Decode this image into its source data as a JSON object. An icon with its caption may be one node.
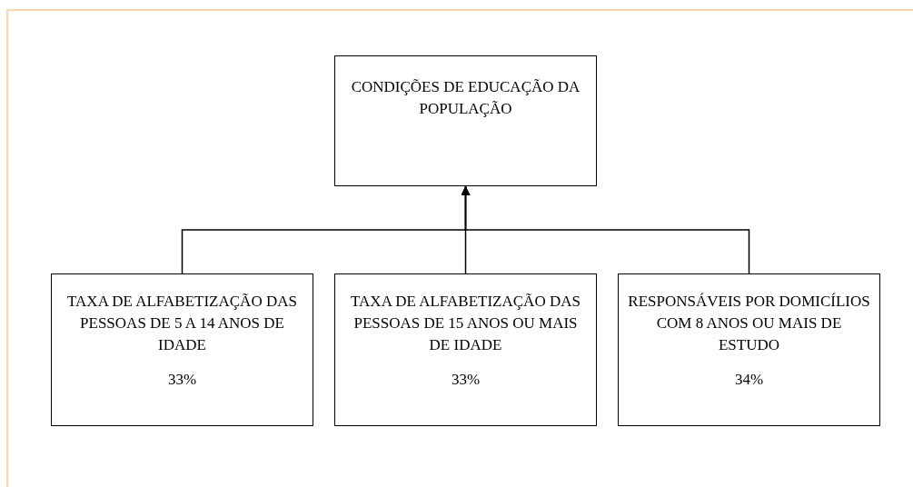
{
  "diagram": {
    "nodes": [
      {
        "text": [
          "CONDIÇÕES DE EDUCAÇÃO DA POPULAÇÃO"
        ]
      },
      {
        "text": [
          "TAXA DE ALFABETIZAÇÃO DAS PESSOAS DE 5 A 14 ANOS DE IDADE",
          "33%"
        ]
      },
      {
        "text": [
          "TAXA DE ALFABETIZAÇÃO DAS PESSOAS DE 15 ANOS OU MAIS DE IDADE",
          "33%"
        ]
      },
      {
        "text": [
          "RESPONSÁVEIS POR DOMICÍLIOS COM 8 ANOS OU MAIS DE ESTUDO",
          "34%"
        ]
      }
    ],
    "edges": [
      {
        "from": 1,
        "to": 0,
        "arrow": "to"
      },
      {
        "from": 2,
        "to": 0,
        "arrow": "to"
      },
      {
        "from": 3,
        "to": 0,
        "arrow": "to"
      }
    ]
  }
}
